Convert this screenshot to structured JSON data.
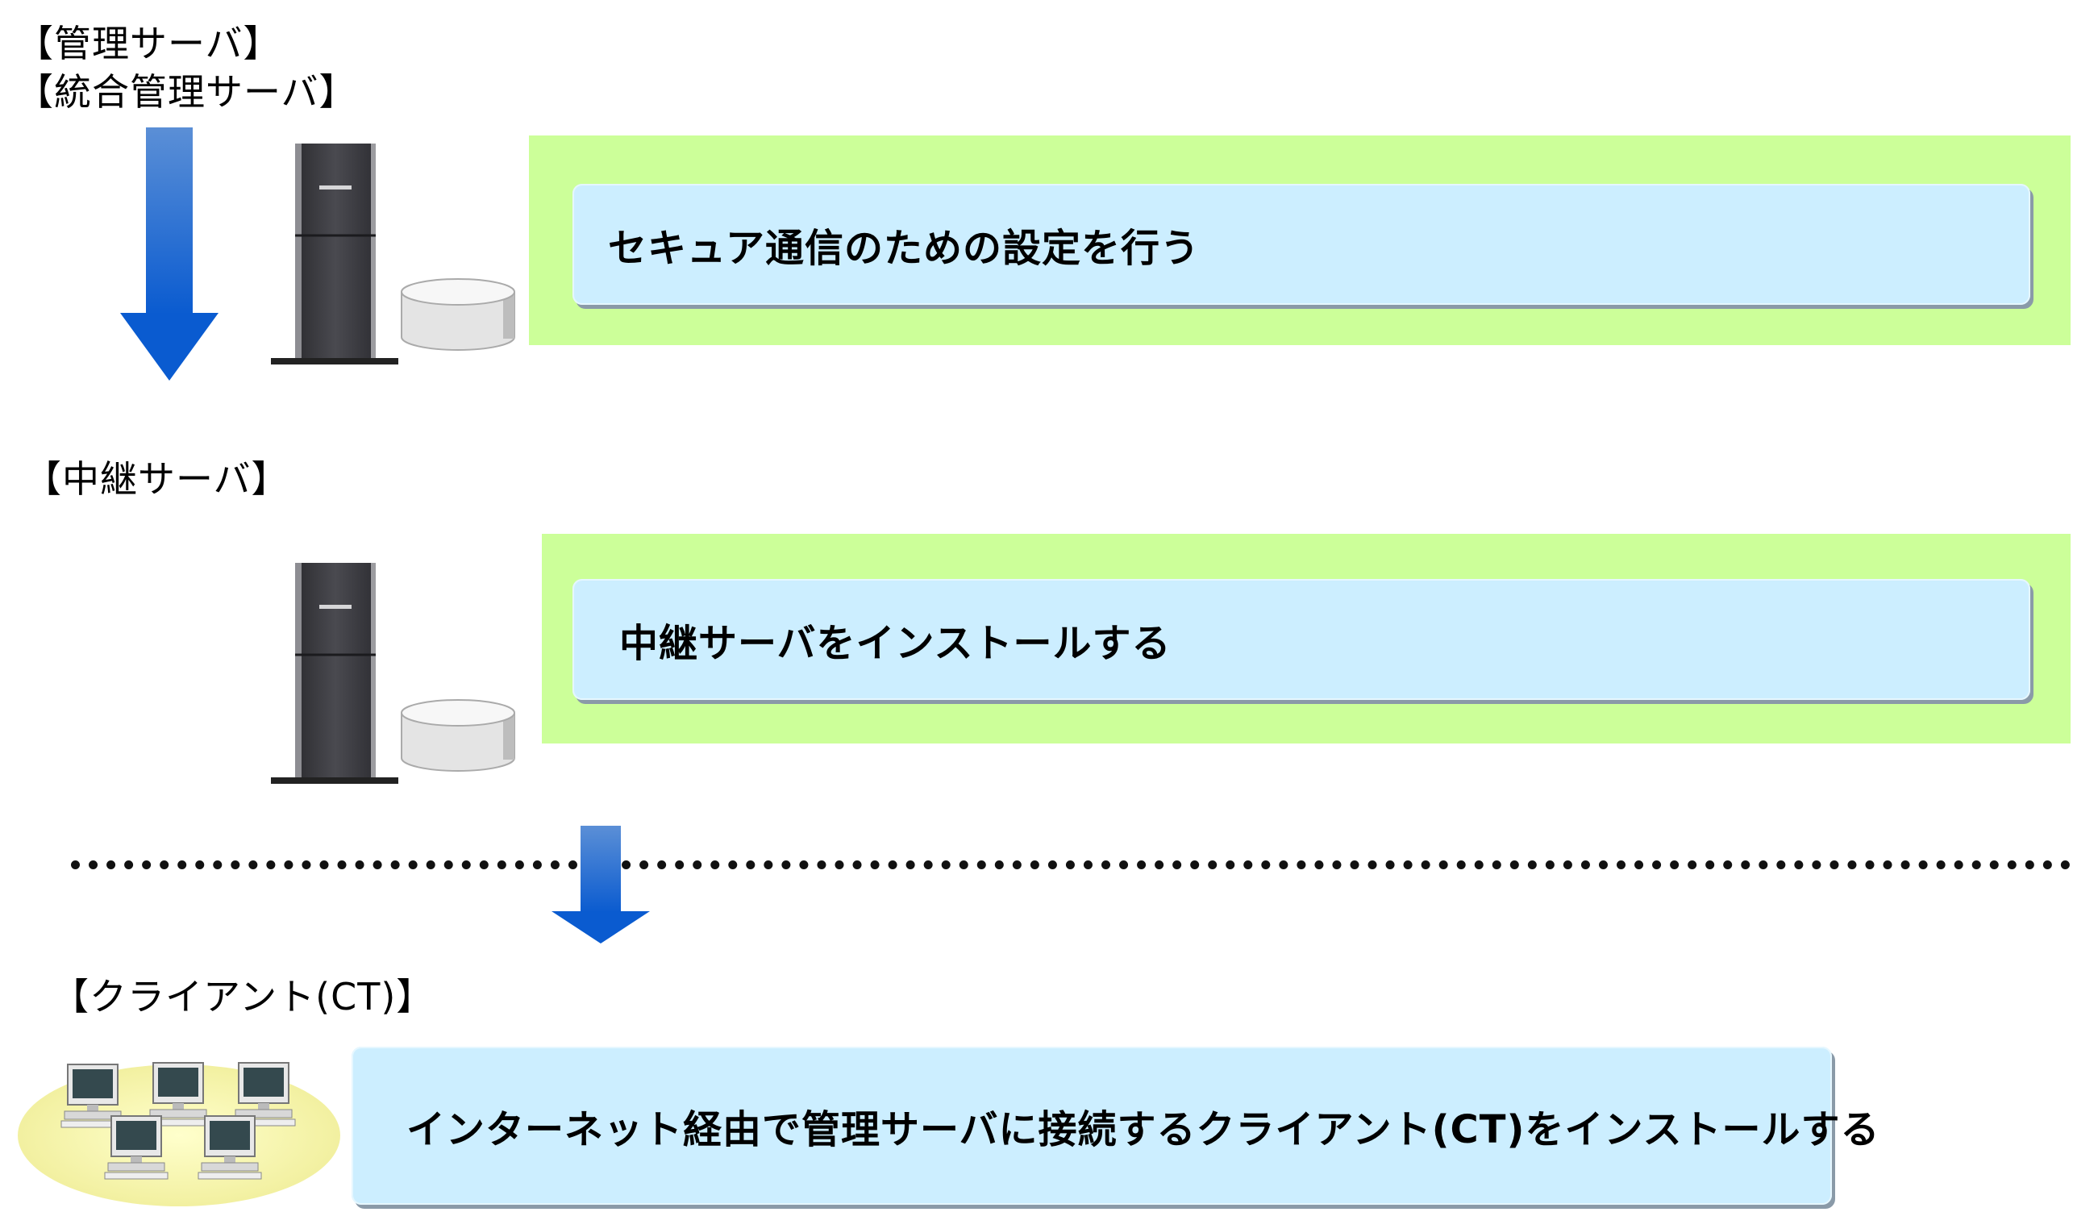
{
  "sections": {
    "management": {
      "label_1": "【管理サーバ】",
      "label_2": "【統合管理サーバ】",
      "step_text": "セキュア通信のための設定を行う"
    },
    "relay": {
      "label": "【中継サーバ】",
      "step_text": "中継サーバをインストールする"
    },
    "client": {
      "label": "【クライアント(CT)】",
      "step_text": "インターネット経由で管理サーバに接続するクライアント(CT)をインストールする"
    }
  },
  "icons": {
    "server": "server-tower-icon",
    "disk": "disk-storage-icon",
    "arrow": "arrow-down-icon",
    "clients": "client-pcs-icon"
  },
  "colors": {
    "green_panel": "#ccff99",
    "step_box": "#cceeff",
    "arrow_blue": "#1a66cc"
  }
}
